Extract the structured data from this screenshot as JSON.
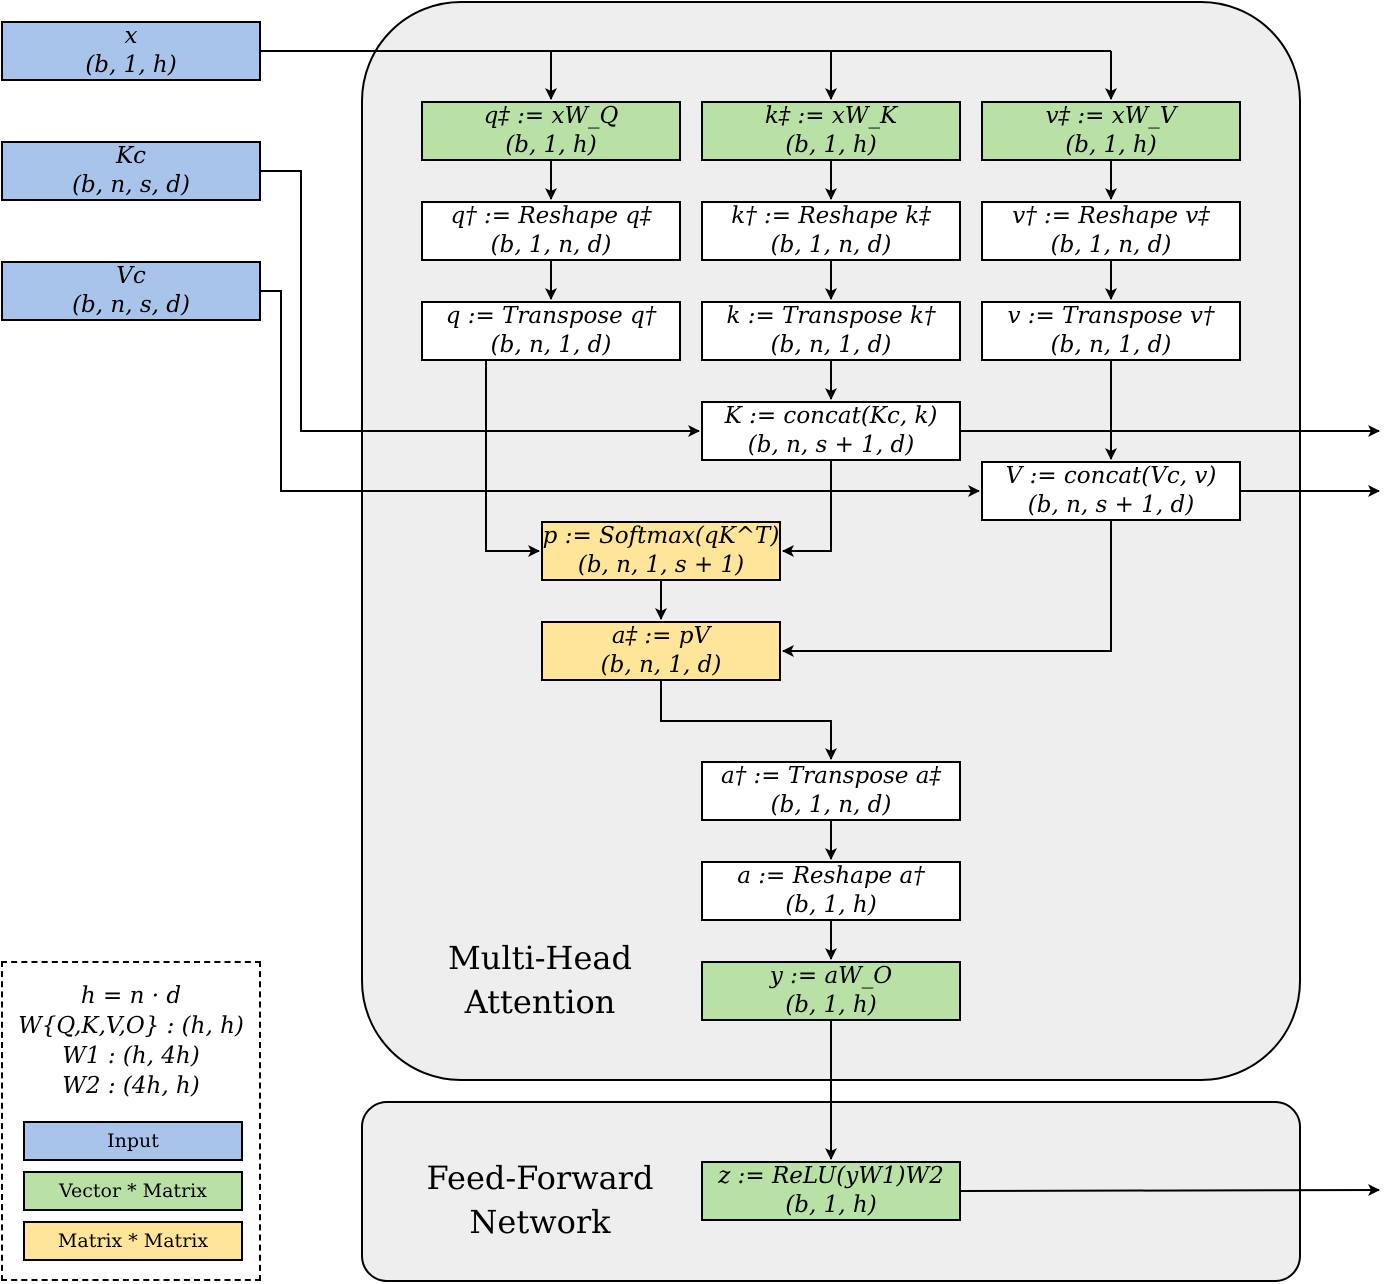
{
  "regions": {
    "multi_head_attention": "Multi-Head\nAttention",
    "feed_forward": "Feed-Forward\nNetwork"
  },
  "nodes": {
    "x": {
      "line1": "x",
      "line2": "(b, 1, h)"
    },
    "Kc": {
      "line1": "Kc",
      "line2": "(b, n, s, d)"
    },
    "Vc": {
      "line1": "Vc",
      "line2": "(b, n, s, d)"
    },
    "q_dd": {
      "line1": "q‡ := xW_Q",
      "line2": "(b, 1, h)"
    },
    "k_dd": {
      "line1": "k‡ := xW_K",
      "line2": "(b, 1, h)"
    },
    "v_dd": {
      "line1": "v‡ := xW_V",
      "line2": "(b, 1, h)"
    },
    "q_d": {
      "line1": "q† := Reshape q‡",
      "line2": "(b, 1, n, d)"
    },
    "k_d": {
      "line1": "k† := Reshape k‡",
      "line2": "(b, 1, n, d)"
    },
    "v_d": {
      "line1": "v† := Reshape v‡",
      "line2": "(b, 1, n, d)"
    },
    "q": {
      "line1": "q := Transpose q†",
      "line2": "(b, n, 1, d)"
    },
    "k": {
      "line1": "k := Transpose k†",
      "line2": "(b, n, 1, d)"
    },
    "v": {
      "line1": "v := Transpose v†",
      "line2": "(b, n, 1, d)"
    },
    "K": {
      "line1": "K := concat(Kc, k)",
      "line2": "(b, n, s + 1, d)"
    },
    "V": {
      "line1": "V := concat(Vc, v)",
      "line2": "(b, n, s + 1, d)"
    },
    "p": {
      "line1": "p := Softmax(qK^T)",
      "line2": "(b, n, 1, s + 1)"
    },
    "a_dd": {
      "line1": "a‡ := pV",
      "line2": "(b, n, 1, d)"
    },
    "a_d": {
      "line1": "a† := Transpose a‡",
      "line2": "(b, 1, n, d)"
    },
    "a": {
      "line1": "a := Reshape a†",
      "line2": "(b, 1, h)"
    },
    "y": {
      "line1": "y := aW_O",
      "line2": "(b, 1, h)"
    },
    "z": {
      "line1": "z := ReLU(yW1)W2",
      "line2": "(b, 1, h)"
    }
  },
  "legend": {
    "formulas": [
      "h = n · d",
      "W{Q,K,V,O} : (h, h)",
      "W1 : (h, 4h)",
      "W2 : (4h, h)"
    ],
    "items": [
      {
        "label": "Input",
        "color": "#a9c4eb"
      },
      {
        "label": "Vector * Matrix",
        "color": "#b9e0a5"
      },
      {
        "label": "Matrix * Matrix",
        "color": "#ffe599"
      }
    ]
  },
  "colors": {
    "input": "#a9c4eb",
    "vector_matrix": "#b9e0a5",
    "matrix_matrix": "#ffe599",
    "region_fill": "#eeeeee"
  }
}
